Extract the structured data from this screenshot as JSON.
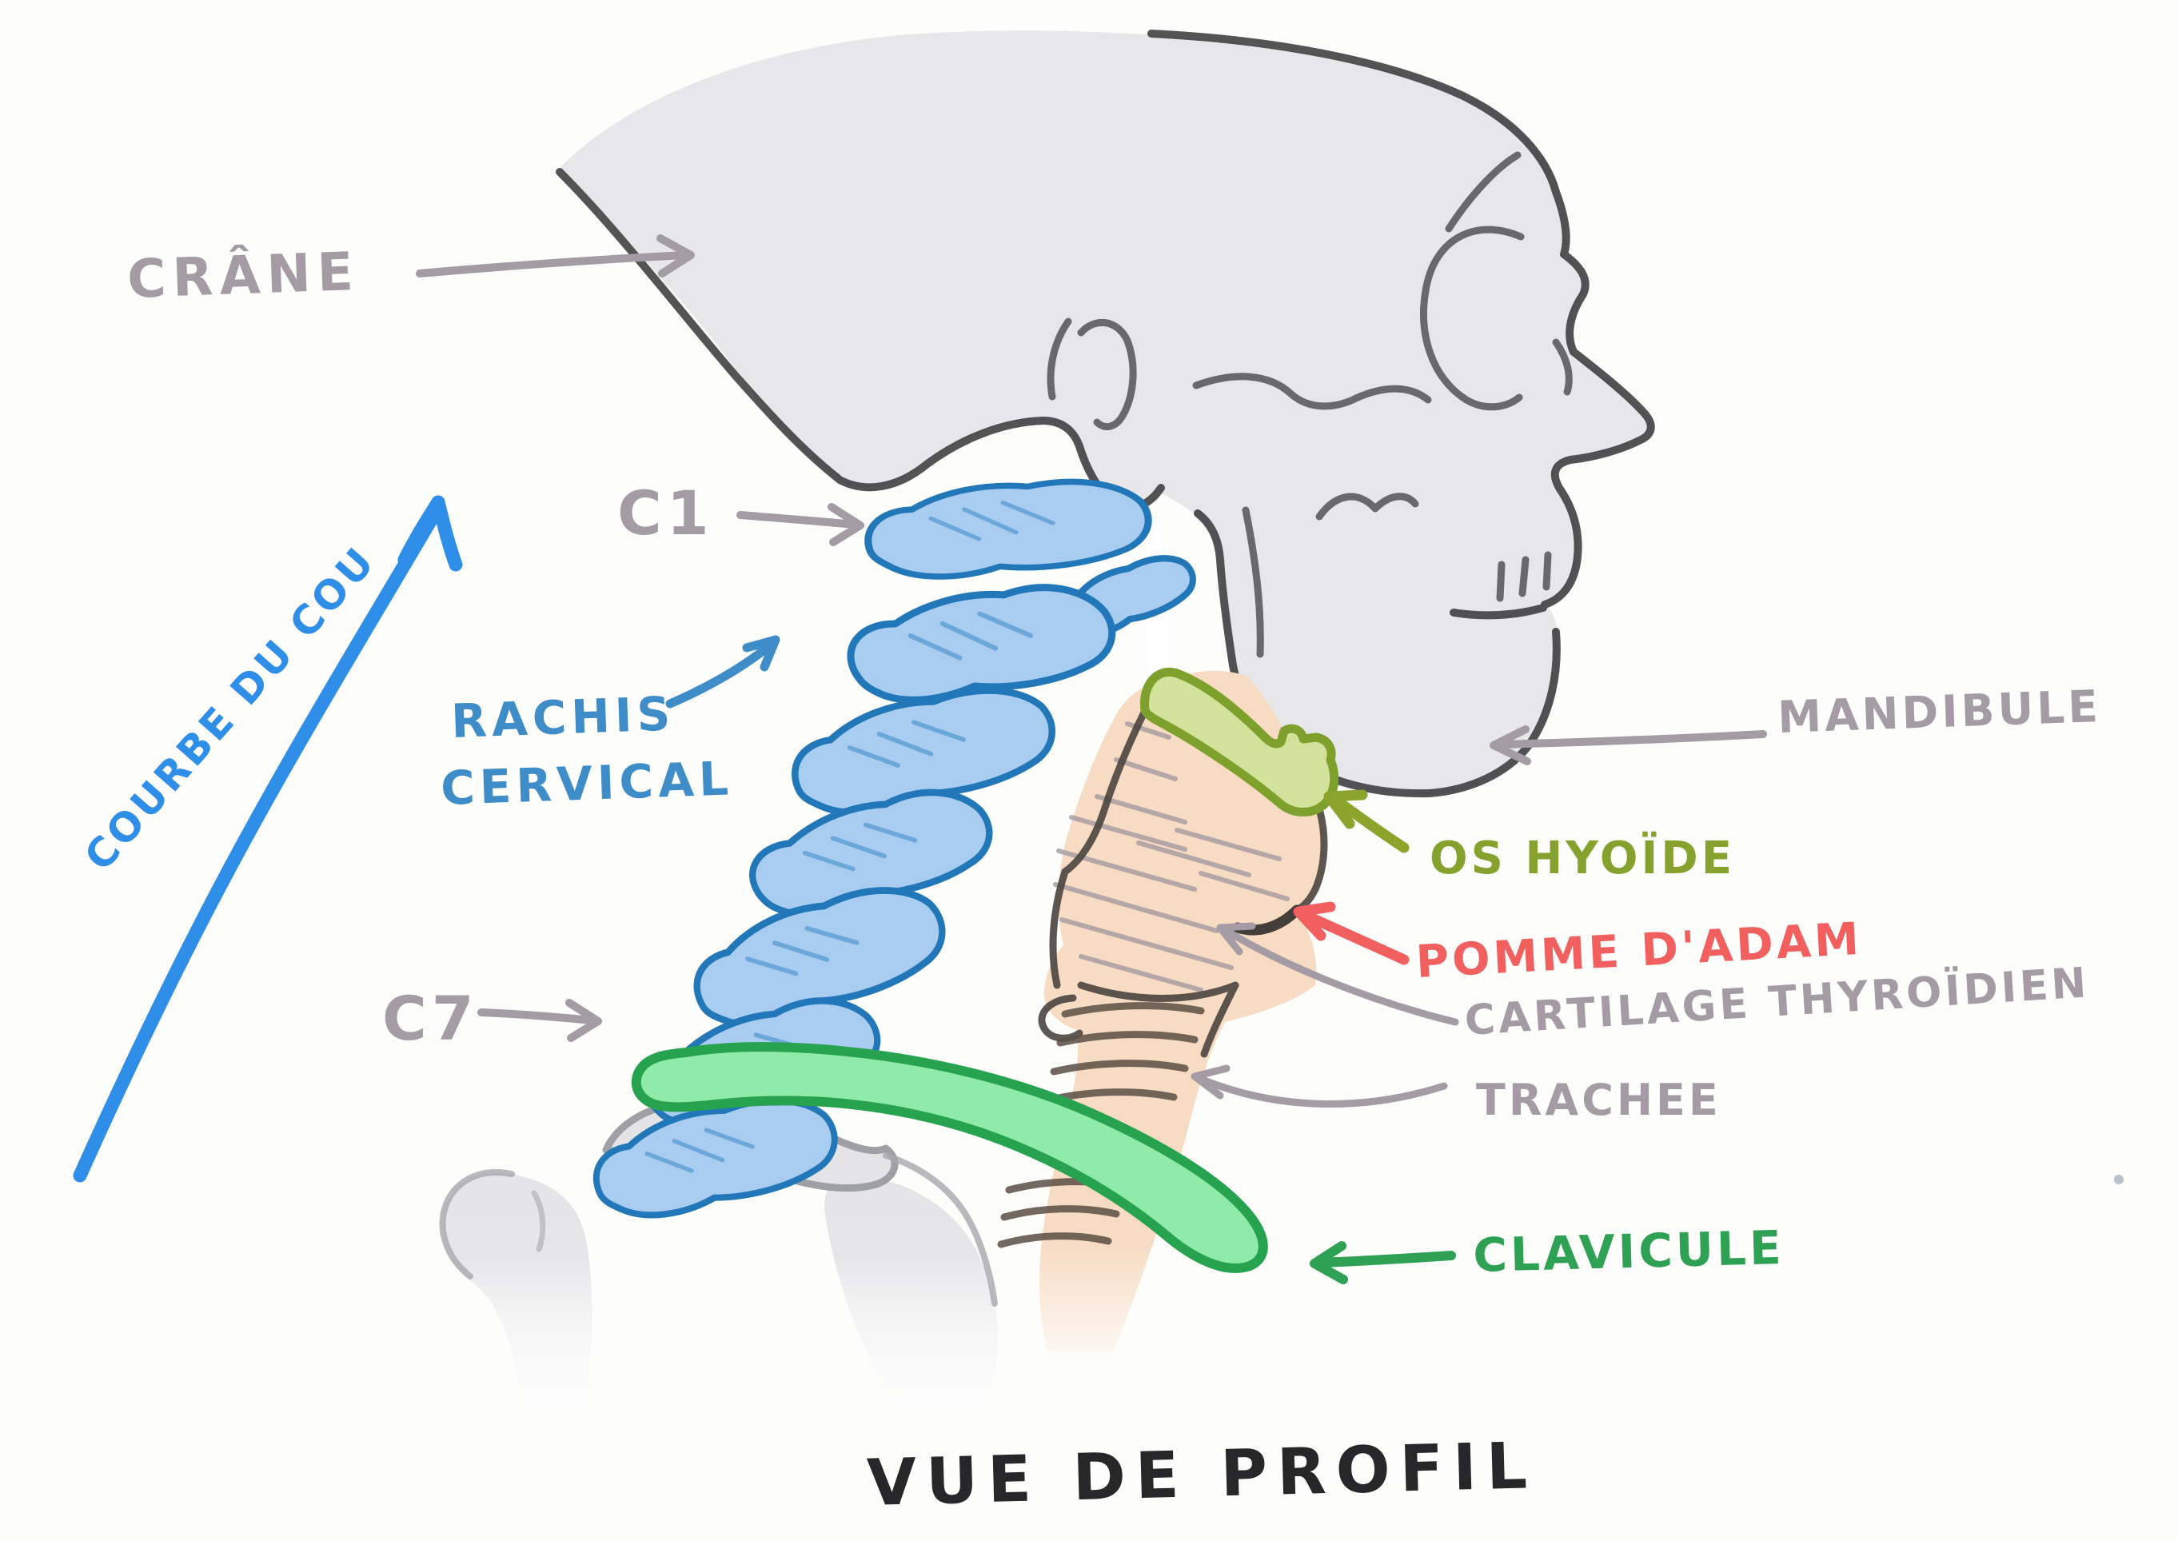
{
  "diagram": {
    "title": "VUE DE PROFIL",
    "labels": {
      "crane": "CRÂNE",
      "c1": "C1",
      "rachis_line1": "RACHIS",
      "rachis_line2": "CERVICAL",
      "courbe_du_cou": "COURBE DU COU",
      "c7": "C7",
      "mandibule": "MANDIBULE",
      "os_hyoide": "OS HYOÏDE",
      "pomme_dadam": "POMME D'ADAM",
      "cartilage_thyroidien": "CARTILAGE THYROÏDIEN",
      "trachee": "TRACHEE",
      "clavicule": "CLAVICULE"
    },
    "colors": {
      "label_gray": "#a49ba4",
      "label_blue": "#3e8cc8",
      "arrow_blue": "#2f8fe8",
      "label_olive": "#85a22e",
      "label_red": "#f15f5f",
      "label_green": "#2ea155",
      "title_black": "#27272a",
      "bone_blue_fill": "#a9cdf1",
      "bone_blue_stroke": "#2277b8",
      "skull_gray": "#e7e7ea",
      "larynx_peach": "#f7dcc3",
      "hyoid_fill": "#d2e29b",
      "clavicle_fill": "#90eaaa",
      "clavicle_stroke": "#27a350"
    }
  }
}
